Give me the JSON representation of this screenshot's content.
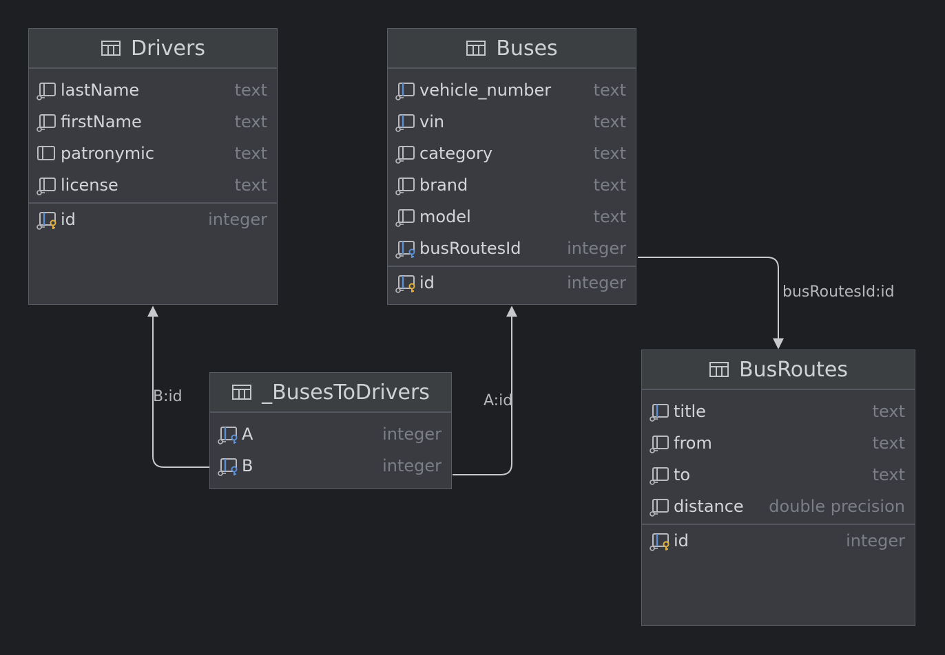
{
  "tables": {
    "drivers": {
      "name": "Drivers",
      "columns": [
        {
          "name": "lastName",
          "type": "text",
          "icon": "column-notnull-icon"
        },
        {
          "name": "firstName",
          "type": "text",
          "icon": "column-notnull-icon"
        },
        {
          "name": "patronymic",
          "type": "text",
          "icon": "column-icon"
        },
        {
          "name": "license",
          "type": "text",
          "icon": "column-notnull-icon"
        }
      ],
      "pk": {
        "name": "id",
        "type": "integer",
        "icon": "primary-key-column-icon"
      }
    },
    "buses": {
      "name": "Buses",
      "columns": [
        {
          "name": "vehicle_number",
          "type": "text",
          "icon": "unique-column-icon"
        },
        {
          "name": "vin",
          "type": "text",
          "icon": "unique-column-icon"
        },
        {
          "name": "category",
          "type": "text",
          "icon": "column-notnull-icon"
        },
        {
          "name": "brand",
          "type": "text",
          "icon": "column-notnull-icon"
        },
        {
          "name": "model",
          "type": "text",
          "icon": "column-notnull-icon"
        },
        {
          "name": "busRoutesId",
          "type": "integer",
          "icon": "foreign-key-column-icon"
        }
      ],
      "pk": {
        "name": "id",
        "type": "integer",
        "icon": "primary-key-column-icon"
      }
    },
    "busesToDrivers": {
      "name": "_BusesToDrivers",
      "columns": [
        {
          "name": "A",
          "type": "integer",
          "icon": "foreign-key-column-icon"
        },
        {
          "name": "B",
          "type": "integer",
          "icon": "foreign-key-column-icon"
        }
      ]
    },
    "busRoutes": {
      "name": "BusRoutes",
      "columns": [
        {
          "name": "title",
          "type": "text",
          "icon": "unique-column-icon"
        },
        {
          "name": "from",
          "type": "text",
          "icon": "column-notnull-icon"
        },
        {
          "name": "to",
          "type": "text",
          "icon": "column-notnull-icon"
        },
        {
          "name": "distance",
          "type": "double precision",
          "icon": "column-notnull-icon"
        }
      ],
      "pk": {
        "name": "id",
        "type": "integer",
        "icon": "primary-key-column-icon"
      }
    }
  },
  "relations": [
    {
      "label": "busRoutesId:id"
    },
    {
      "label": "B:id"
    },
    {
      "label": "A:id"
    }
  ],
  "colors": {
    "background": "#1e1f22",
    "tableBody": "#393b40",
    "tableHeader": "#3c3f41",
    "edge": "#c8c9cc",
    "keyYellow": "#e2b03e",
    "keyBlue": "#5b8fd6"
  }
}
